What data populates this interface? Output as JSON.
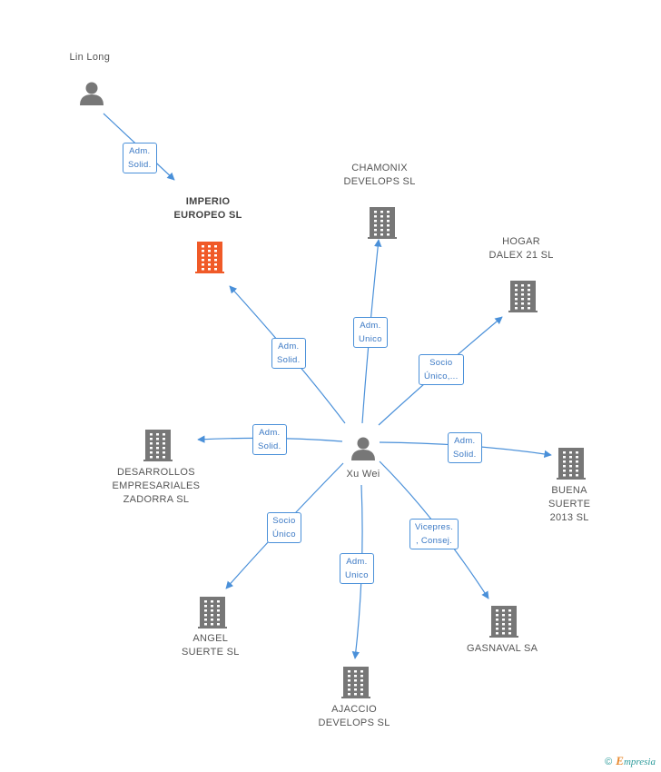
{
  "colors": {
    "edge": "#4a90d9",
    "building": "#777777",
    "focus_building": "#f05a28",
    "person": "#777777"
  },
  "nodes": [
    {
      "id": "lin",
      "kind": "person",
      "label": "Lin Long",
      "icon": "person-icon"
    },
    {
      "id": "imperio",
      "kind": "company",
      "focus": true,
      "label": "IMPERIO\nEUROPEO SL",
      "icon": "building-icon"
    },
    {
      "id": "chamonix",
      "kind": "company",
      "label": "CHAMONIX\nDEVELOPS SL",
      "icon": "building-icon"
    },
    {
      "id": "hogar",
      "kind": "company",
      "label": "HOGAR\nDALEX 21 SL",
      "icon": "building-icon"
    },
    {
      "id": "desarrollos",
      "kind": "company",
      "label": "DESARROLLOS\nEMPRESARIALES\nZADORRA SL",
      "icon": "building-icon"
    },
    {
      "id": "xuwei",
      "kind": "person",
      "label": "Xu Wei",
      "icon": "person-icon"
    },
    {
      "id": "buena",
      "kind": "company",
      "label": "BUENA\nSUERTE\n2013 SL",
      "icon": "building-icon"
    },
    {
      "id": "angel",
      "kind": "company",
      "label": "ANGEL\nSUERTE SL",
      "icon": "building-icon"
    },
    {
      "id": "gasnaval",
      "kind": "company",
      "label": "GASNAVAL SA",
      "icon": "building-icon"
    },
    {
      "id": "ajaccio",
      "kind": "company",
      "label": "AJACCIO\nDEVELOPS SL",
      "icon": "building-icon"
    }
  ],
  "edges": [
    {
      "from": "lin",
      "to": "imperio",
      "label": "Adm.\nSolid."
    },
    {
      "from": "xuwei",
      "to": "imperio",
      "label": "Adm.\nSolid."
    },
    {
      "from": "xuwei",
      "to": "chamonix",
      "label": "Adm.\nUnico"
    },
    {
      "from": "xuwei",
      "to": "hogar",
      "label": "Socio\nÚnico,..."
    },
    {
      "from": "xuwei",
      "to": "desarrollos",
      "label": "Adm.\nSolid."
    },
    {
      "from": "xuwei",
      "to": "buena",
      "label": "Adm.\nSolid."
    },
    {
      "from": "xuwei",
      "to": "angel",
      "label": "Socio\nÚnico"
    },
    {
      "from": "xuwei",
      "to": "gasnaval",
      "label": "Vicepres.\n, Consej."
    },
    {
      "from": "xuwei",
      "to": "ajaccio",
      "label": "Adm.\nUnico"
    }
  ],
  "footer": {
    "copyright": "©",
    "brand_first": "E",
    "brand_rest": "mpresia"
  }
}
